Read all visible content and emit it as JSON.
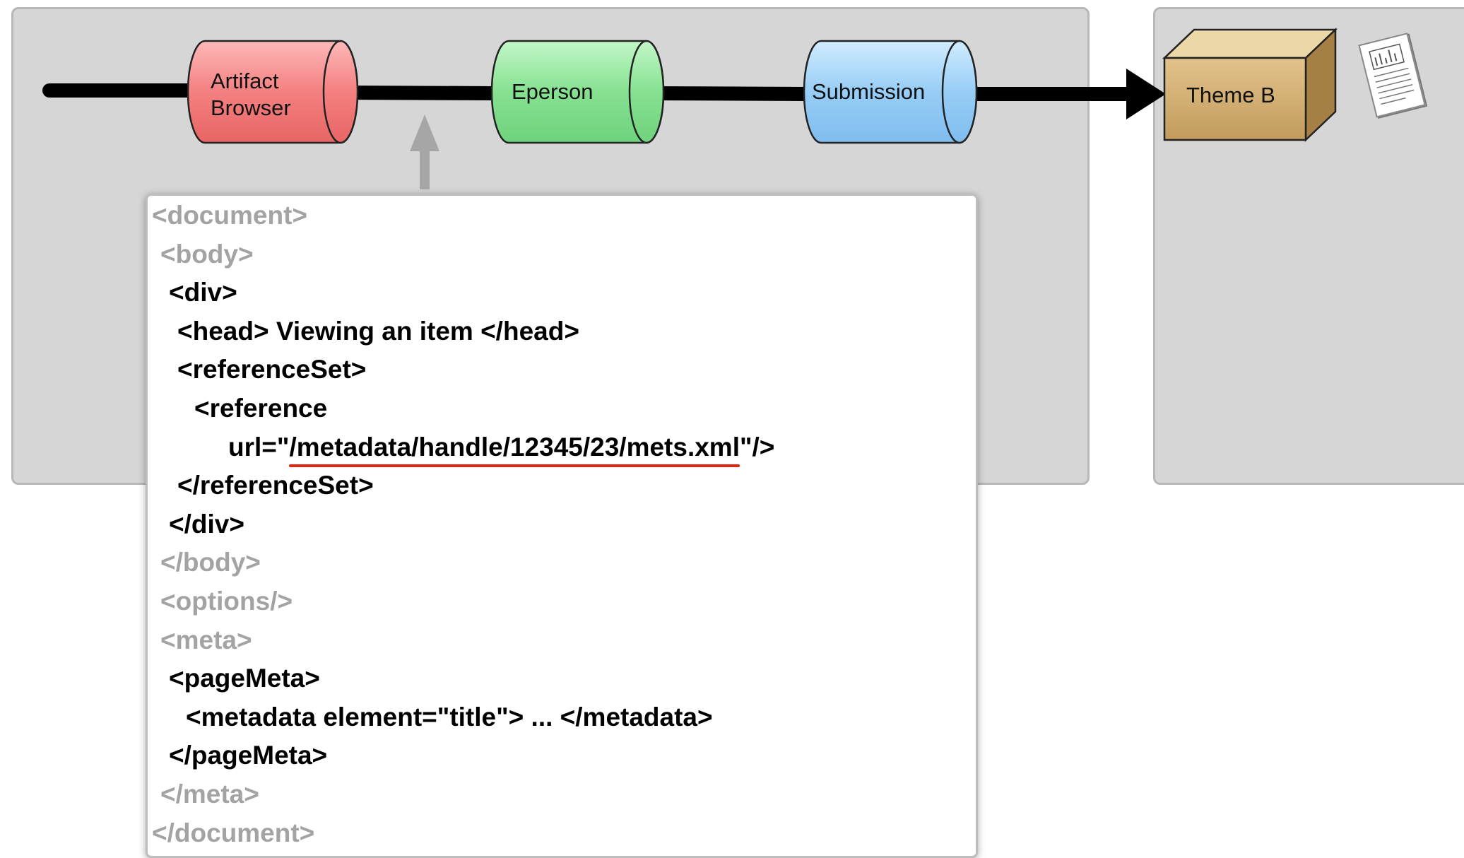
{
  "pipeline": {
    "components": [
      {
        "label_lines": [
          "Artifact",
          "Browser"
        ],
        "color": "#f27f7f"
      },
      {
        "label_lines": [
          "Eperson"
        ],
        "color": "#7fe08a"
      },
      {
        "label_lines": [
          "Submission"
        ],
        "color": "#8ec8f5"
      }
    ],
    "theme": {
      "label": "Theme B",
      "color": "#c9a66b"
    },
    "document_icon": "document-chart-icon"
  },
  "xml": {
    "lines": [
      {
        "indent": "",
        "parts": [
          {
            "text": "<document>",
            "style": "gray"
          }
        ]
      },
      {
        "indent": " ",
        "parts": [
          {
            "text": "<body>",
            "style": "gray"
          }
        ]
      },
      {
        "indent": "  ",
        "parts": [
          {
            "text": "<div>",
            "style": "black"
          }
        ]
      },
      {
        "indent": "   ",
        "parts": [
          {
            "text": "<head> Viewing an item </head>",
            "style": "black"
          }
        ]
      },
      {
        "indent": "   ",
        "parts": [
          {
            "text": "<referenceSet>",
            "style": "black"
          }
        ]
      },
      {
        "indent": "     ",
        "parts": [
          {
            "text": "<reference",
            "style": "black"
          }
        ]
      },
      {
        "indent": "         ",
        "parts": [
          {
            "text": "url=\"",
            "style": "black"
          },
          {
            "text": "/metadata/handle/12345/23/mets.xml",
            "style": "black",
            "underline": true
          },
          {
            "text": "\"/>",
            "style": "black"
          }
        ]
      },
      {
        "indent": "   ",
        "parts": [
          {
            "text": "</referenceSet>",
            "style": "black"
          }
        ]
      },
      {
        "indent": "  ",
        "parts": [
          {
            "text": "</div>",
            "style": "black"
          }
        ]
      },
      {
        "indent": " ",
        "parts": [
          {
            "text": "</body>",
            "style": "gray"
          }
        ]
      },
      {
        "indent": " ",
        "parts": [
          {
            "text": "<options/>",
            "style": "gray"
          }
        ]
      },
      {
        "indent": " ",
        "parts": [
          {
            "text": "<meta>",
            "style": "gray"
          }
        ]
      },
      {
        "indent": "  ",
        "parts": [
          {
            "text": "<pageMeta>",
            "style": "black"
          }
        ]
      },
      {
        "indent": "    ",
        "parts": [
          {
            "text": "<metadata element=\"title\"> ... </metadata>",
            "style": "black"
          }
        ]
      },
      {
        "indent": "  ",
        "parts": [
          {
            "text": "</pageMeta>",
            "style": "black"
          }
        ]
      },
      {
        "indent": " ",
        "parts": [
          {
            "text": "</meta>",
            "style": "gray"
          }
        ]
      },
      {
        "indent": "",
        "parts": [
          {
            "text": "</document>",
            "style": "gray"
          }
        ]
      }
    ],
    "underline_color": "#e0220f"
  }
}
